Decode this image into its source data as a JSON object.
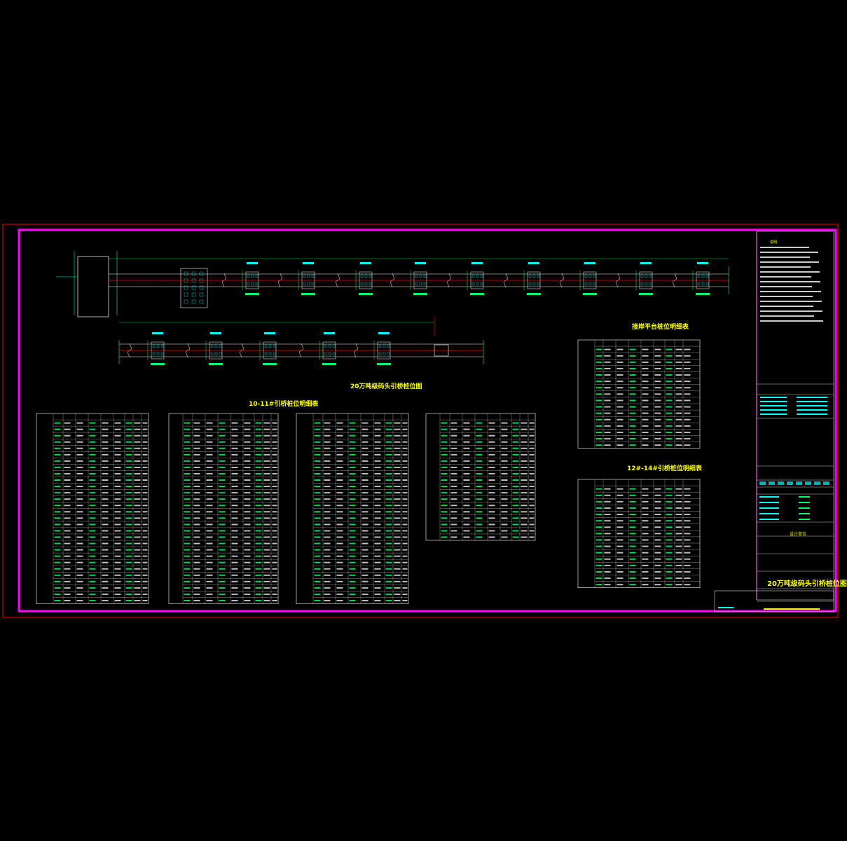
{
  "drawing": {
    "plan_title": "20万吨级码头引桥桩位图",
    "table_main_title": "10-11#引桥桩位明细表",
    "table_platform_title": "接岸平台桩位明细表",
    "table_small_title": "12#-14#引桥桩位明细表",
    "sheet_title": "20万吨级码头引桥桩位图",
    "notes_heading": "说明",
    "company_name": "设计单位",
    "colors": {
      "border": "#ff00ff",
      "outer_frame": "#ff0000",
      "pile_lines": "#ff0000",
      "structure": "#ffffff",
      "labels": "#00ffff",
      "titles": "#ffff00",
      "table_text": "#00ff66"
    }
  }
}
